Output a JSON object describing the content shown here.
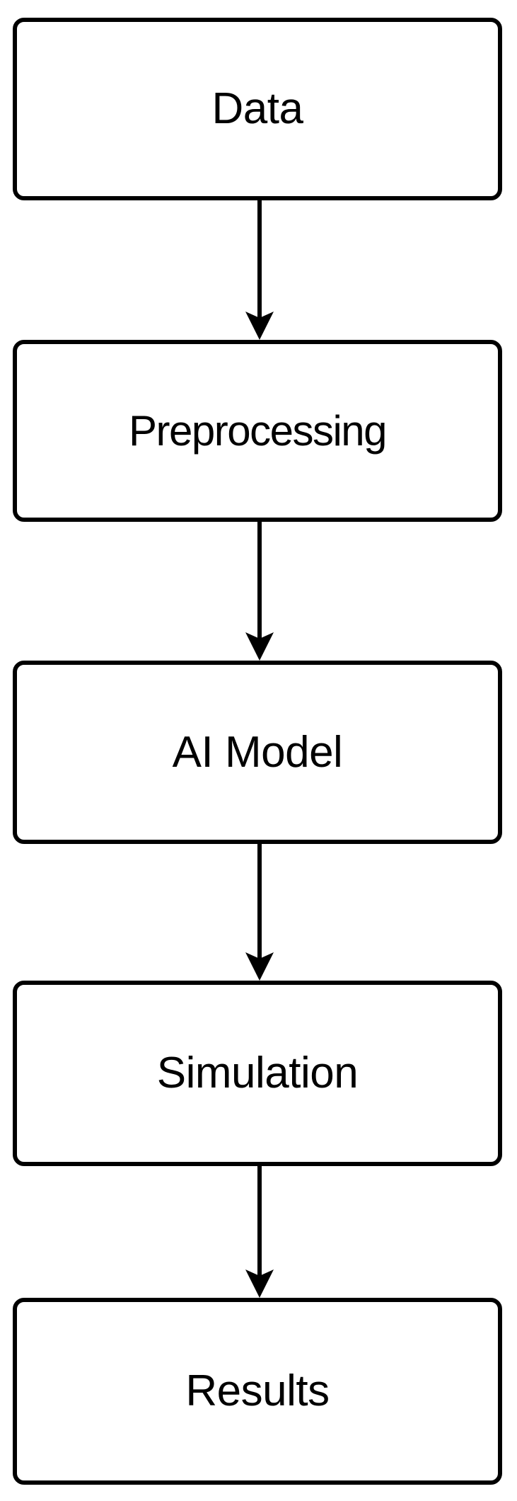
{
  "diagram": {
    "title": "AI-driven simulation workflow flowchart",
    "orientation": "vertical-top-to-bottom",
    "background_color": "#ffffff",
    "stroke_color": "#000000",
    "node_fill_color": "#ffffff",
    "nodes": [
      {
        "id": "data",
        "label": "Data"
      },
      {
        "id": "preprocess",
        "label": "Preprocessing"
      },
      {
        "id": "aimodel",
        "label": "AI Model"
      },
      {
        "id": "simulation",
        "label": "Simulation"
      },
      {
        "id": "results",
        "label": "Results"
      }
    ],
    "edges": [
      {
        "id": "edge-1",
        "from": "Data",
        "to": "Preprocessing",
        "arrow": "down-arrow"
      },
      {
        "id": "edge-2",
        "from": "Preprocessing",
        "to": "AI Model",
        "arrow": "down-arrow"
      },
      {
        "id": "edge-3",
        "from": "AI Model",
        "to": "Simulation",
        "arrow": "down-arrow"
      },
      {
        "id": "edge-4",
        "from": "Simulation",
        "to": "Results",
        "arrow": "down-arrow"
      }
    ]
  }
}
